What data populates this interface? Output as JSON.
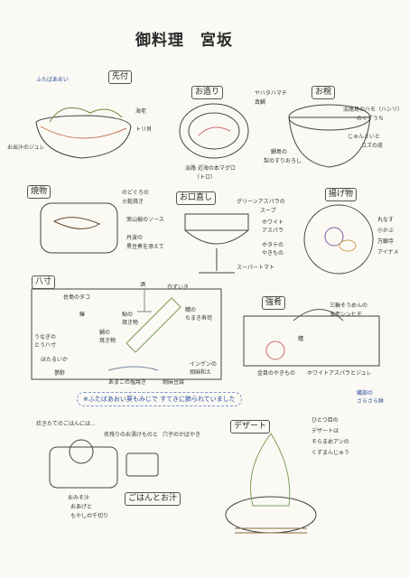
{
  "title": "御料理　宮坂",
  "sections": [
    {
      "id": "sakizuke",
      "label": "先付",
      "notes": [
        "ふたばあおい",
        "海老",
        "トリ貝",
        "お出汁のジュレ"
      ]
    },
    {
      "id": "otsukuri",
      "label": "お造り",
      "notes": [
        "ヤハタハマチ",
        "真鯛",
        "淡路 近海の本マグロ",
        "（トロ）"
      ]
    },
    {
      "id": "owan",
      "label": "お椀",
      "notes": [
        "淡路島のハモ（ハシリ）",
        "のくずうち",
        "じゅんさいと",
        "ユズの皮",
        "鯛島の",
        "梨のすりおろし"
      ]
    },
    {
      "id": "yakimono",
      "label": "焼物",
      "notes": [
        "のどぐろの",
        "火乾焼き",
        "実山椒のソース",
        "丹波の",
        "黒豆煮を添えて"
      ]
    },
    {
      "id": "oshinogi",
      "label": "お口直し",
      "notes": [
        "グリーンアスパラの",
        "スープ",
        "ホワイト",
        "アスパラ",
        "ホタテの",
        "やきもの",
        "スーパートマト"
      ]
    },
    {
      "id": "agemono",
      "label": "揚げ物",
      "notes": [
        "丸なす",
        "小かぶ",
        "万願寺",
        "アイナメ"
      ]
    },
    {
      "id": "hassun",
      "label": "八寸",
      "notes": [
        "佐島のタコ",
        "うなぎの",
        "とう八寸",
        "ほたるいか",
        "鯛の",
        "焼き物",
        "酒",
        "鮎の",
        "焼き物",
        "あまごの塩焼き",
        "胡麻豆腐",
        "鯖の",
        "ちまき寿司",
        "白ずいき",
        "鰆",
        "インゲンの",
        "胡麻和え",
        "蓼酢"
      ]
    },
    {
      "id": "shiizakana",
      "label": "強肴",
      "notes": [
        "三輪そうめんの",
        "海老シンヒモ",
        "鱧",
        "金目のやきもの",
        "ホワイトアスパラとジュレ",
        "織部の",
        "さらさら鉢"
      ]
    },
    {
      "id": "gohan",
      "label": "ごはんとお汁",
      "notes": [
        "炊きたてのごはんには...",
        "名残りのお漬けものと",
        "穴子のかばやき",
        "おみそ汁",
        "おあげと",
        "もやしの千切り"
      ]
    },
    {
      "id": "dessert",
      "label": "デザート",
      "notes": [
        "ひとつ目の",
        "デザートは",
        "そらまめアンの",
        "くずまんじゅう"
      ]
    }
  ],
  "annotation": "※ふたばあおい葵もみじで すてきに飾られていました"
}
